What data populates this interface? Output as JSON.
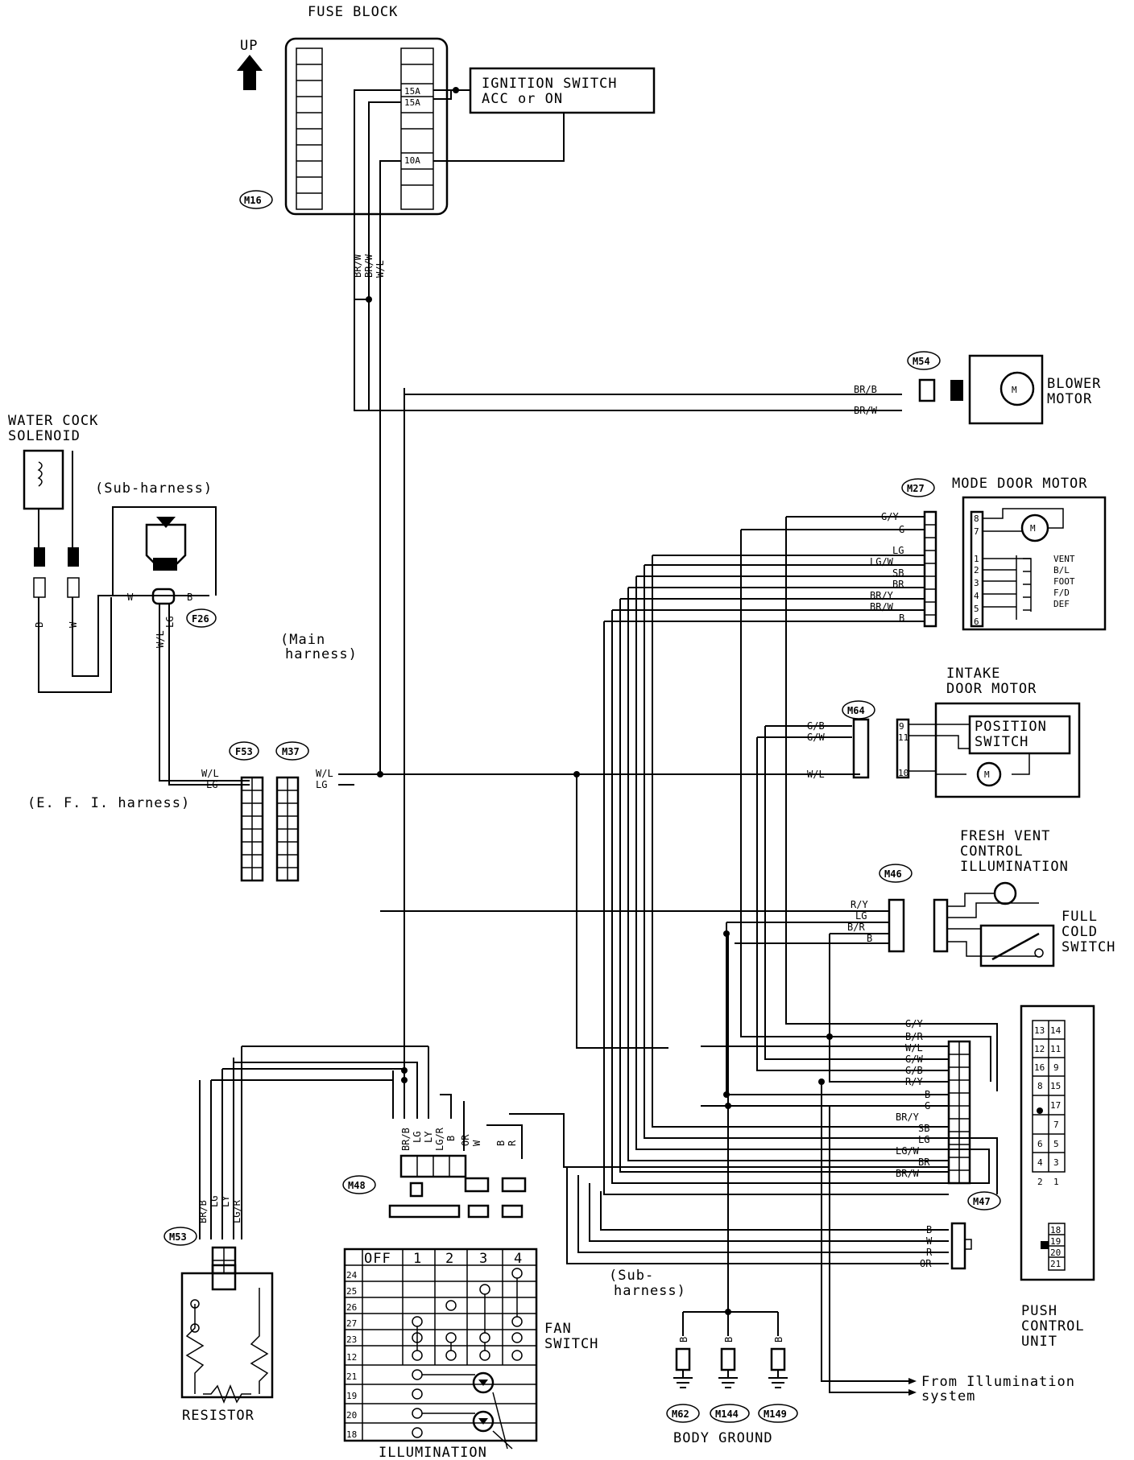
{
  "labels": {
    "fuse_block": "FUSE BLOCK",
    "up": "UP",
    "ign_l1": "IGNITION SWITCH",
    "ign_l2": "ACC or ON",
    "fuse_15a": "15A",
    "fuse_10a": "10A",
    "blower_l1": "BLOWER",
    "blower_l2": "MOTOR",
    "mode_door": "MODE DOOR MOTOR",
    "intake_l1": "INTAKE",
    "intake_l2": "DOOR MOTOR",
    "position_l1": "POSITION",
    "position_l2": "SWITCH",
    "fresh_l1": "FRESH VENT",
    "fresh_l2": "CONTROL",
    "fresh_l3": "ILLUMINATION",
    "full_l1": "FULL",
    "full_l2": "COLD",
    "full_l3": "SWITCH",
    "push_l1": "PUSH",
    "push_l2": "CONTROL",
    "push_l3": "UNIT",
    "water_l1": "WATER COCK",
    "water_l2": "SOLENOID",
    "sub_harness": "(Sub-harness)",
    "main_l1": "(Main",
    "main_l2": "harness)",
    "efi": "(E. F. I. harness)",
    "sub2_l1": "(Sub-",
    "sub2_l2": "harness)",
    "resistor": "RESISTOR",
    "fan_l1": "FAN",
    "fan_l2": "SWITCH",
    "illumination": "ILLUMINATION",
    "body_ground": "BODY GROUND",
    "from_l1": "From Illumination",
    "from_l2": "system"
  },
  "connectors": {
    "m16": "M16",
    "m54": "M54",
    "m27": "M27",
    "m64": "M64",
    "m46": "M46",
    "m47": "M47",
    "m48": "M48",
    "m53": "M53",
    "f26": "F26",
    "f53": "F53",
    "m37": "M37",
    "m62": "M62",
    "m144": "M144",
    "m149": "M149"
  },
  "mode_pins": [
    "8",
    "7",
    "1",
    "2",
    "3",
    "4",
    "5",
    "6"
  ],
  "mode_positions": [
    "VENT",
    "B/L",
    "FOOT",
    "F/D",
    "DEF"
  ],
  "intake_pins": [
    "9",
    "11",
    "10"
  ],
  "fuse_wires": [
    "BR/W",
    "BR/W",
    "W/L"
  ],
  "blower_wires": [
    "BR/B",
    "BR/W"
  ],
  "m27_wires": [
    "G/Y",
    "G",
    "LG",
    "LG/W",
    "SB",
    "BR",
    "BR/Y",
    "BR/W",
    "B"
  ],
  "m64_wires": [
    "G/B",
    "G/W",
    "W/L"
  ],
  "m46_wires": [
    "R/Y",
    "LG",
    "B/R",
    "B"
  ],
  "m37_wires": [
    "W/L",
    "LG"
  ],
  "push_wires": [
    "G/Y",
    "B/R",
    "W/L",
    "G/W",
    "G/B",
    "R/Y",
    "B",
    "G",
    "BR/Y",
    "SB",
    "LG",
    "LG/W",
    "BR",
    "BR/W"
  ],
  "m47_wires": [
    "B",
    "W",
    "R",
    "OR"
  ],
  "m48_wires": [
    "BR/B",
    "LG",
    "LY",
    "LG/R",
    "B"
  ],
  "m53_wires": [
    "BR/B",
    "LG",
    "LY",
    "LG/R"
  ],
  "fan_conn_wires": [
    "OR",
    "W",
    "B",
    "R"
  ],
  "water_wires": [
    "B",
    "W"
  ],
  "f26_wires": [
    "W",
    "B",
    "W/L",
    "LG"
  ],
  "ground_wire": "B",
  "pcu_pins": [
    "13",
    "14",
    "12",
    "11",
    "16",
    "9",
    "8",
    "15",
    "17",
    "7",
    "6",
    "5",
    "4",
    "3",
    "2",
    "1"
  ],
  "pcu_pins2": [
    "18",
    "19",
    "20",
    "21"
  ],
  "fan_switch": {
    "cols": [
      "OFF",
      "1",
      "2",
      "3",
      "4"
    ],
    "rows": [
      "24",
      "25",
      "26",
      "27",
      "23",
      "12",
      "21",
      "19",
      "20",
      "18"
    ]
  }
}
